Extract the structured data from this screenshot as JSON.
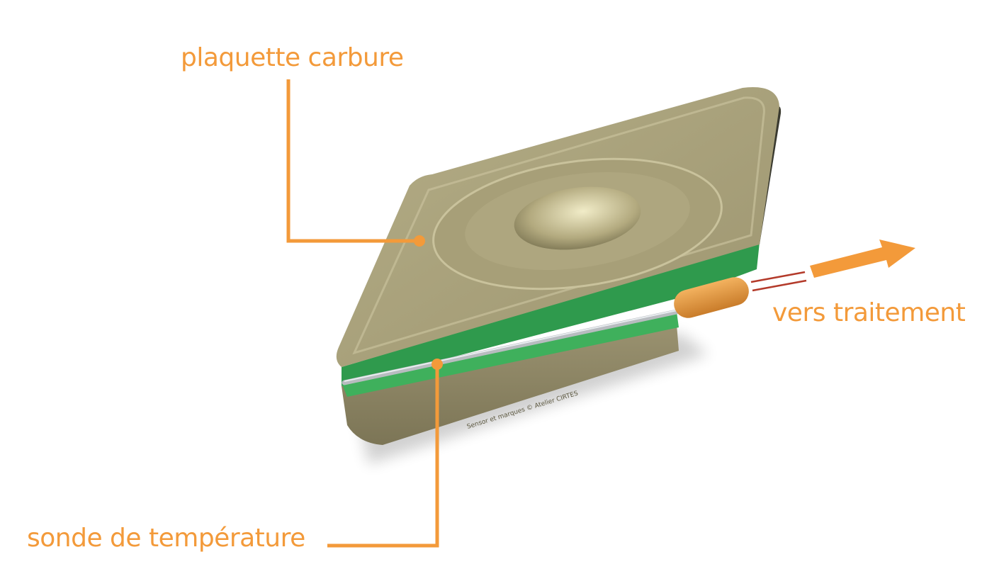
{
  "labels": {
    "insert": "plaquette carbure",
    "probe": "sonde de température",
    "output": "vers traitement"
  },
  "credit": "Sensor et marques © Atelier CIRTES",
  "colors": {
    "accent": "#f39a3a",
    "insert_top": "#a8a07a",
    "insert_side": "#8c8462",
    "green_layer": "#2f9a4d",
    "probe_rod": "#b8bcc0",
    "connector": "#e2963f",
    "wire": "#b33a2a"
  }
}
